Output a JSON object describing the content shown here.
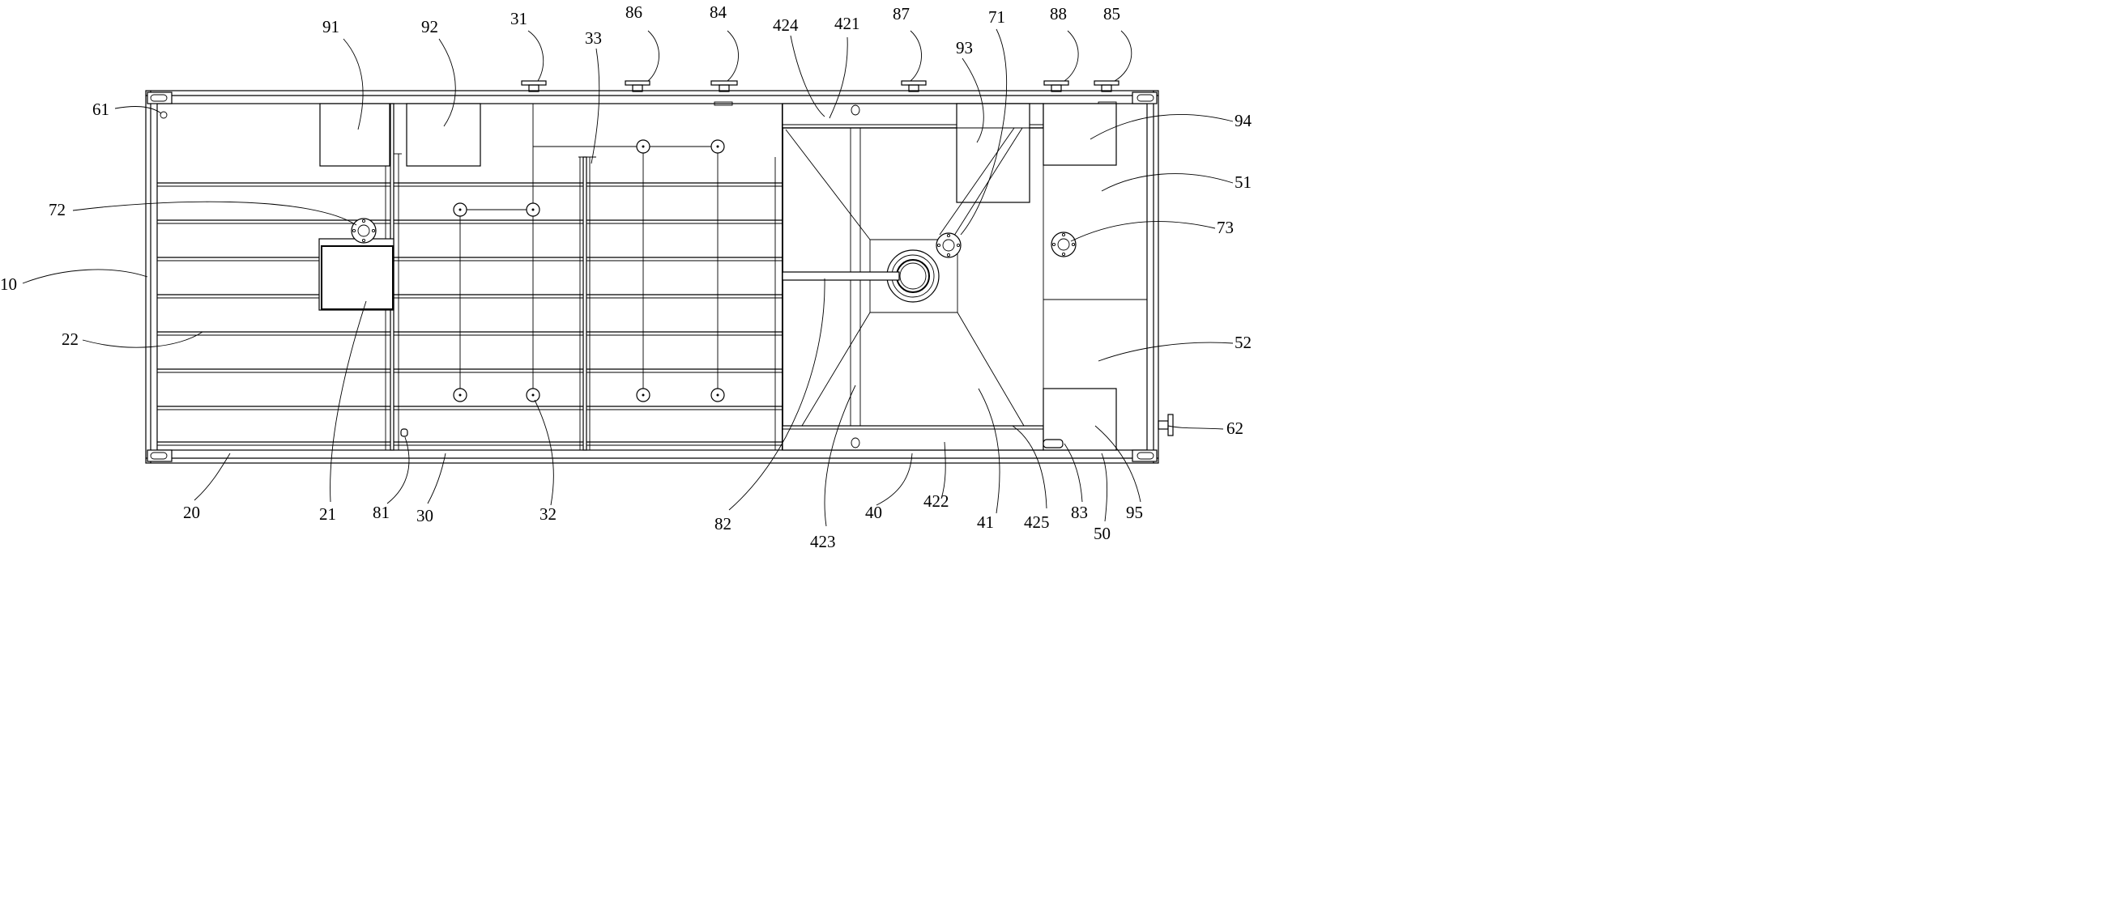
{
  "figure": {
    "labels": [
      {
        "id": "91",
        "text": "91"
      },
      {
        "id": "92",
        "text": "92"
      },
      {
        "id": "31",
        "text": "31"
      },
      {
        "id": "86",
        "text": "86"
      },
      {
        "id": "84",
        "text": "84"
      },
      {
        "id": "424",
        "text": "424"
      },
      {
        "id": "421",
        "text": "421"
      },
      {
        "id": "87",
        "text": "87"
      },
      {
        "id": "71",
        "text": "71"
      },
      {
        "id": "88",
        "text": "88"
      },
      {
        "id": "85",
        "text": "85"
      },
      {
        "id": "33",
        "text": "33"
      },
      {
        "id": "93",
        "text": "93"
      },
      {
        "id": "61",
        "text": "61"
      },
      {
        "id": "94",
        "text": "94"
      },
      {
        "id": "51",
        "text": "51"
      },
      {
        "id": "72",
        "text": "72"
      },
      {
        "id": "73",
        "text": "73"
      },
      {
        "id": "10",
        "text": "10"
      },
      {
        "id": "22",
        "text": "22"
      },
      {
        "id": "52",
        "text": "52"
      },
      {
        "id": "62",
        "text": "62"
      },
      {
        "id": "20",
        "text": "20"
      },
      {
        "id": "21",
        "text": "21"
      },
      {
        "id": "81",
        "text": "81"
      },
      {
        "id": "30",
        "text": "30"
      },
      {
        "id": "32",
        "text": "32"
      },
      {
        "id": "82",
        "text": "82"
      },
      {
        "id": "423",
        "text": "423"
      },
      {
        "id": "40",
        "text": "40"
      },
      {
        "id": "422",
        "text": "422"
      },
      {
        "id": "41",
        "text": "41"
      },
      {
        "id": "425",
        "text": "425"
      },
      {
        "id": "83",
        "text": "83"
      },
      {
        "id": "50",
        "text": "50"
      },
      {
        "id": "95",
        "text": "95"
      }
    ]
  }
}
